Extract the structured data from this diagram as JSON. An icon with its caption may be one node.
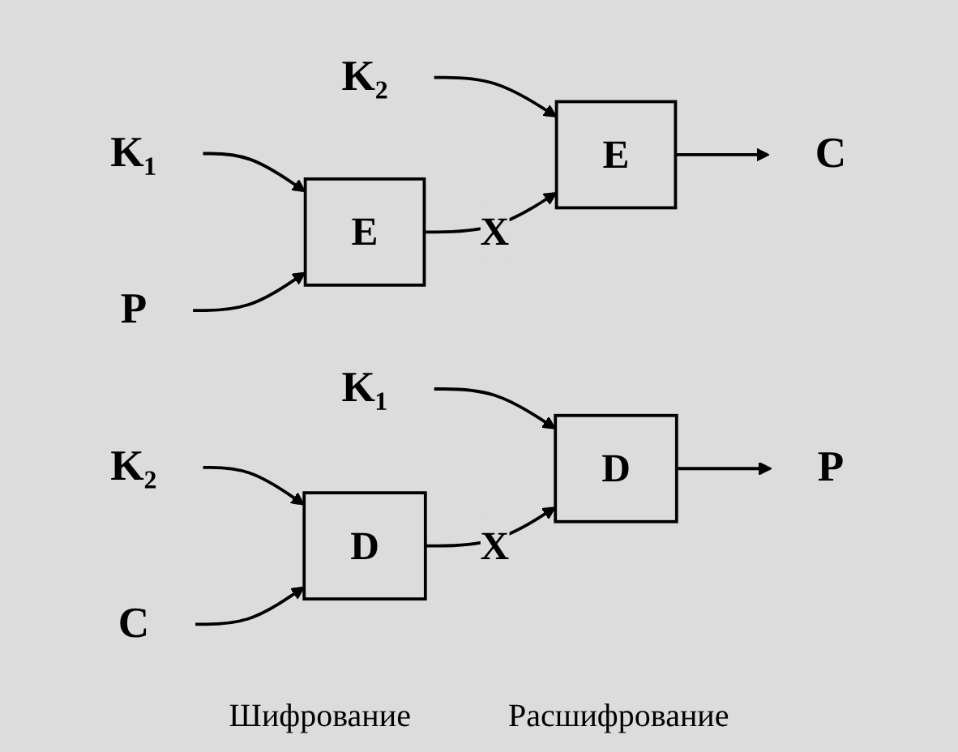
{
  "diagram": {
    "nodes": [
      {
        "text": [
          "K₁"
        ]
      },
      {
        "text": [
          "K₂"
        ]
      },
      {
        "text": [
          "P"
        ]
      },
      {
        "text": [
          "E"
        ]
      },
      {
        "text": [
          "E"
        ]
      },
      {
        "text": [
          "C"
        ]
      },
      {
        "text": [
          "K₂"
        ]
      },
      {
        "text": [
          "K₁"
        ]
      },
      {
        "text": [
          "C"
        ]
      },
      {
        "text": [
          "D"
        ]
      },
      {
        "text": [
          "D"
        ]
      },
      {
        "text": [
          "P"
        ]
      }
    ],
    "edges": [
      {
        "from": 0,
        "to": 3,
        "arrow": "to"
      },
      {
        "from": 1,
        "to": 4,
        "arrow": "to"
      },
      {
        "from": 2,
        "to": 3,
        "arrow": "to"
      },
      {
        "from": 3,
        "to": 4,
        "arrow": "to",
        "label": "X"
      },
      {
        "from": 4,
        "to": 5,
        "arrow": "to"
      },
      {
        "from": 6,
        "to": 9,
        "arrow": "to"
      },
      {
        "from": 7,
        "to": 10,
        "arrow": "to"
      },
      {
        "from": 8,
        "to": 9,
        "arrow": "to"
      },
      {
        "from": 9,
        "to": 10,
        "arrow": "to",
        "label": "X"
      },
      {
        "from": 10,
        "to": 11,
        "arrow": "to"
      }
    ],
    "labels": [
      "Шифрование",
      "Расшифрование"
    ]
  }
}
